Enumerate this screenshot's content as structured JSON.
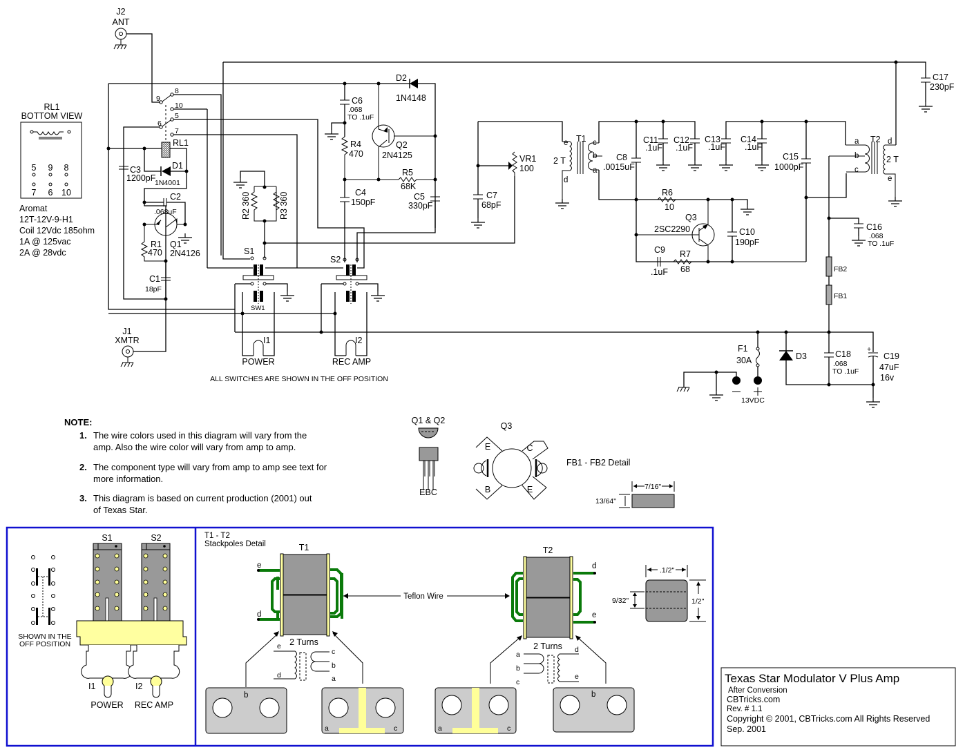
{
  "title_block": {
    "title": "Texas Star Modulator V Plus Amp",
    "subtitle": "After Conversion",
    "site": "CBTricks.com",
    "revision": "Rev. # 1.1",
    "copyright": "Copyright © 2001, CBTricks.com All Rights Reserved",
    "date": "Sep. 2001"
  },
  "connectors": {
    "j2": {
      "ref": "J2",
      "name": "ANT"
    },
    "j1": {
      "ref": "J1",
      "name": "XMTR"
    }
  },
  "relay": {
    "ref": "RL1",
    "view_title": "RL1",
    "view_subtitle": "BOTTOM VIEW",
    "pins_top": [
      "5",
      "9",
      "8"
    ],
    "pins_bottom": [
      "7",
      "6",
      "10"
    ],
    "contact_labels": [
      "9",
      "8",
      "10",
      "6",
      "5",
      "7"
    ],
    "spec": [
      "Aromat",
      "12T-12V-9-H1",
      "Coil 12Vdc  185ohm",
      "1A @ 125vac",
      "2A @ 28vdc"
    ]
  },
  "components": {
    "c1": {
      "ref": "C1",
      "value": "18pF"
    },
    "c2": {
      "ref": "C2",
      "value": ".068uF"
    },
    "c3": {
      "ref": "C3",
      "value": "1200pF"
    },
    "d1": {
      "ref": "D1",
      "value": "1N4001"
    },
    "r1": {
      "ref": "R1",
      "value": "470"
    },
    "q1": {
      "ref": "Q1",
      "value": "2N4126"
    },
    "r2": {
      "label": "R2 360"
    },
    "r3": {
      "label": "R3 360"
    },
    "c6": {
      "ref": "C6",
      "value1": ".068",
      "value2": "TO .1uF"
    },
    "r4": {
      "ref": "R4",
      "value": "470"
    },
    "d2": {
      "ref": "D2",
      "value": "1N4148"
    },
    "q2": {
      "ref": "Q2",
      "value": "2N4125"
    },
    "r5": {
      "ref": "R5",
      "value": "68K"
    },
    "c4": {
      "ref": "C4",
      "value": "150pF"
    },
    "c5": {
      "ref": "C5",
      "value": "330pF"
    },
    "vr1": {
      "ref": "VR1",
      "value": "100"
    },
    "c7": {
      "ref": "C7",
      "value": "68pF"
    },
    "t1": {
      "ref": "T1",
      "turns": "2 T",
      "pins": [
        "e",
        "d",
        "c",
        "b",
        "a"
      ]
    },
    "c8": {
      "ref": "C8",
      "value": ".0015uF"
    },
    "c11": {
      "ref": "C11",
      "value": ".1uF"
    },
    "c12": {
      "ref": "C12",
      "value": ".1uF"
    },
    "c13": {
      "ref": "C13",
      "value": ".1uF"
    },
    "c14": {
      "ref": "C14",
      "value": ".1uF"
    },
    "c15": {
      "ref": "C15",
      "value": "1000pF"
    },
    "r6": {
      "ref": "R6",
      "value": "10"
    },
    "q3": {
      "ref": "Q3",
      "value": "2SC2290"
    },
    "c10": {
      "ref": "C10",
      "value": "190pF"
    },
    "c9": {
      "ref": "C9",
      "value": ".1uF"
    },
    "r7": {
      "ref": "R7",
      "value": "68"
    },
    "t2": {
      "ref": "T2",
      "turns": "2 T",
      "pins": [
        "a",
        "b",
        "c",
        "d",
        "e"
      ]
    },
    "c17": {
      "ref": "C17",
      "value": "230pF"
    },
    "c16": {
      "ref": "C16",
      "value1": ".068",
      "value2": "TO .1uF"
    },
    "fb2": {
      "ref": "FB2"
    },
    "fb1": {
      "ref": "FB1"
    },
    "f1": {
      "ref": "F1",
      "value": "30A"
    },
    "d3": {
      "ref": "D3"
    },
    "c18": {
      "ref": "C18",
      "value1": ".068",
      "value2": "TO .1uF"
    },
    "c19": {
      "ref": "C19",
      "value1": "47uF",
      "value2": "16v"
    },
    "supply": {
      "minus": "−",
      "plus": "+",
      "label": "13VDC"
    }
  },
  "switches": {
    "s1": "S1",
    "s2": "S2",
    "sw1": "SW1",
    "i1": "I1",
    "i2": "I2",
    "power": "POWER",
    "rec_amp": "REC AMP",
    "off_note": "ALL SWITCHES ARE SHOWN IN THE OFF POSITION"
  },
  "notes": {
    "heading": "NOTE:",
    "items": [
      {
        "num": "1.",
        "line1": "The wire colors used in this diagram will vary from the",
        "line2": "amp. Also the wire color will vary from amp to amp."
      },
      {
        "num": "2.",
        "line1": "The component type will vary from amp to amp see text for",
        "line2": "more information."
      },
      {
        "num": "3.",
        "line1": "This diagram is based on current production (2001) out",
        "line2": "of Texas Star."
      }
    ]
  },
  "packages": {
    "q1q2_title": "Q1 & Q2",
    "q1q2_pins": "EBC",
    "q3_title": "Q3",
    "q3_pins": [
      "E",
      "C",
      "B",
      "E"
    ],
    "fb_title": "FB1 - FB2 Detail",
    "fb_width": "7/16\"",
    "fb_height": "13/64\""
  },
  "switch_detail": {
    "s1": "S1",
    "s2": "S2",
    "shown_line1": "SHOWN IN THE",
    "shown_line2": "OFF POSITION",
    "i1": "I1",
    "i2": "I2",
    "power": "POWER",
    "rec_amp": "REC AMP"
  },
  "stackpole_detail": {
    "title1": "T1 - T2",
    "title2": "Stackpoles Detail",
    "t1": "T1",
    "t2": "T2",
    "teflon": "Teflon Wire",
    "turns": "2 Turns",
    "t1_pins": {
      "e": "e",
      "d": "d",
      "c": "c",
      "b": "b",
      "a": "a"
    },
    "t2_pins": {
      "a": "a",
      "b": "b",
      "c": "c",
      "d": "d",
      "e": "e"
    },
    "core_width": ".1/2\"",
    "core_height": "1/2\"",
    "hole_spacing": "9/32\""
  }
}
